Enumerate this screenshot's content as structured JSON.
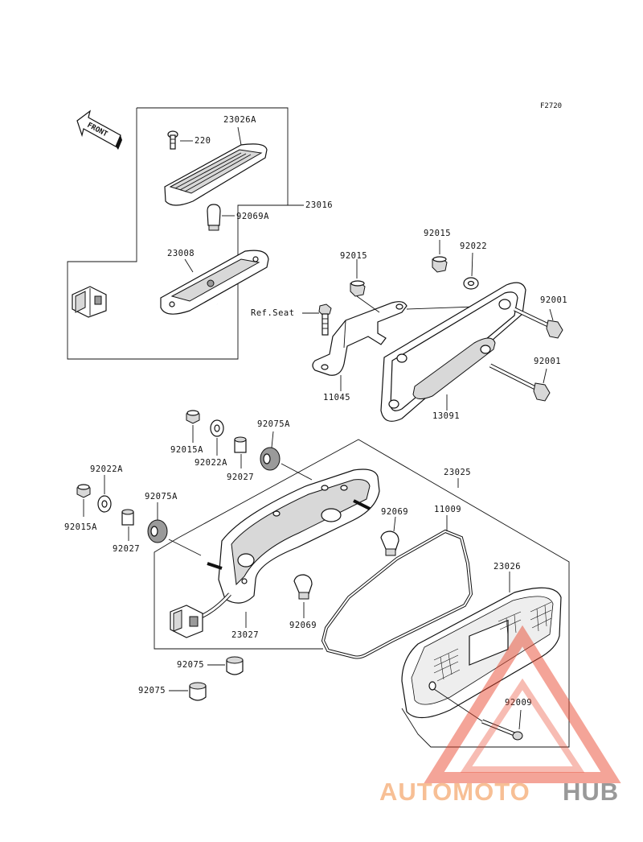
{
  "figure_code": "F2720",
  "front_label": "FRONT",
  "parts": {
    "p220": "220",
    "p23026A": "23026A",
    "p23016": "23016",
    "p92069A": "92069A",
    "p23008": "23008",
    "p92015_top": "92015",
    "p92022_top": "92022",
    "p92015_left": "92015",
    "p92001_a": "92001",
    "p92001_b": "92001",
    "ref_seat": "Ref.Seat",
    "p11045": "11045",
    "p13091": "13091",
    "p92015A_a": "92015A",
    "p92022A_a": "92022A",
    "p92075A_a": "92075A",
    "p92027_a": "92027",
    "p92022A_b": "92022A",
    "p92015A_b": "92015A",
    "p92075A_b": "92075A",
    "p92027_b": "92027",
    "p23025": "23025",
    "p92069_a": "92069",
    "p11009": "11009",
    "p23026": "23026",
    "p23027": "23027",
    "p92069_b": "92069",
    "p92075_a": "92075",
    "p92075_b": "92075",
    "p92009": "92009"
  },
  "watermark": {
    "part1": "AUTOMOTO",
    "part2": "HUB",
    "color1": "#f7b98a",
    "color2": "#8f8f8f",
    "triangle_color": "#e8472e"
  }
}
